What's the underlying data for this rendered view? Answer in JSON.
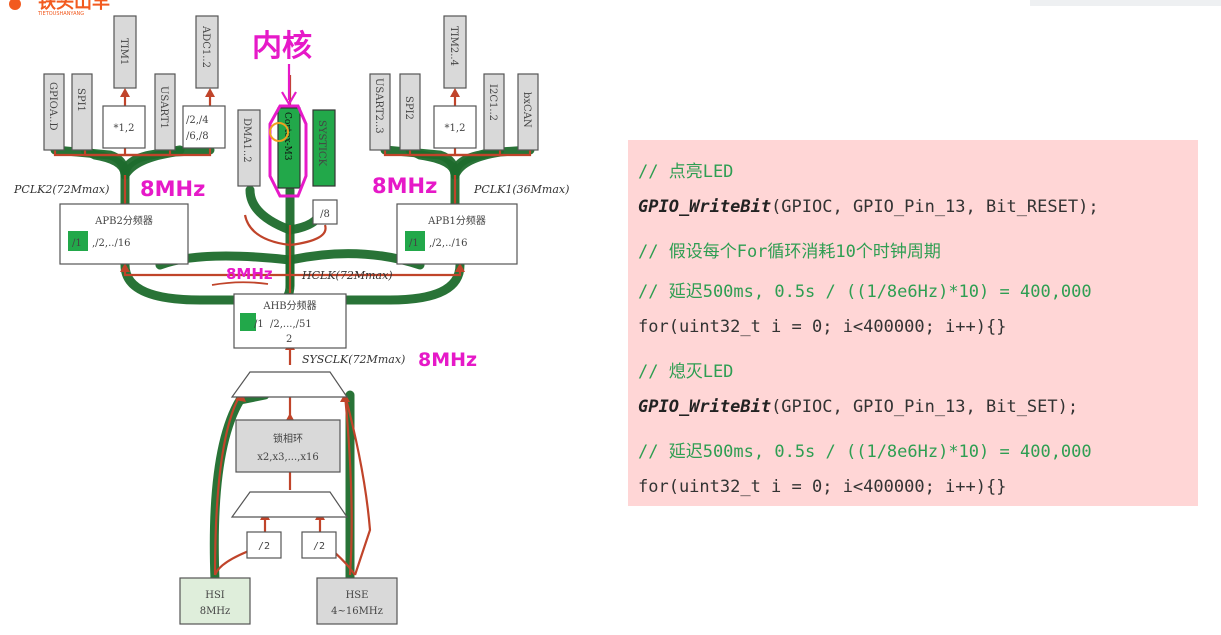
{
  "logo": {
    "text": "铁头山羊",
    "subtext": "TIETOUSHANYANG",
    "color": "#f25a1f"
  },
  "diagram": {
    "sources": {
      "hsi": [
        "HSI",
        "8MHz"
      ],
      "hse": [
        "HSE",
        "4~16MHz"
      ]
    },
    "div2_left": "/2",
    "div2_right": "/2",
    "pll": [
      "锁相环",
      "x2,x3,...,x16"
    ],
    "sysclk": "SYSCLK(72Mmax)",
    "ahb": {
      "title": "AHB分频器",
      "divs": [
        "/1",
        "/2,...,/51",
        "2"
      ]
    },
    "hclk": "HCLK(72Mmax)",
    "apb2": {
      "title": "APB2分频器",
      "divs": [
        "/1",
        ",/2,../16"
      ]
    },
    "apb1": {
      "title": "APB1分频器",
      "divs": [
        "/1",
        ",/2,../16"
      ]
    },
    "pclk2": "PCLK2(72Mmax)",
    "pclk1": "PCLK1(36Mmax)",
    "peripherals_apb2": [
      "GPIOA..D",
      "SPI1",
      "USART1",
      "TIM1",
      "ADC1..2"
    ],
    "mult_apb2": "*1,2",
    "adc_div": [
      "/2,/4",
      "/6,/8"
    ],
    "core_block": [
      "DMA1..2",
      "Cortex-M3",
      "SYSTICK"
    ],
    "systick_div": "/8",
    "peripherals_apb1": [
      "USART2..3",
      "SPI2",
      "I2C1..2",
      "bxCAN",
      "TIM2..4"
    ],
    "mult_apb1": "*1,2"
  },
  "annotations": {
    "kernel": "内核",
    "apb2_freq": "8MHz",
    "apb1_freq": "8MHz",
    "hclk_freq": "8MHz",
    "sysclk_freq": "8MHz"
  },
  "code": {
    "lines": [
      {
        "kind": "comment",
        "text": "// 点亮LED"
      },
      {
        "kind": "call",
        "fn": "GPIO_WriteBit",
        "args": "(GPIOC, GPIO_Pin_13, Bit_RESET);"
      },
      {
        "kind": "comment",
        "text": "// 假设每个For循环消耗10个时钟周期"
      },
      {
        "kind": "comment",
        "text": "// 延迟500ms, 0.5s / ((1/8e6Hz)*10) = 400,000"
      },
      {
        "kind": "plain",
        "text": "for(uint32_t i = 0; i<400000; i++){}"
      },
      {
        "kind": "comment",
        "text": "// 熄灭LED"
      },
      {
        "kind": "call",
        "fn": "GPIO_WriteBit",
        "args": "(GPIOC, GPIO_Pin_13, Bit_SET);"
      },
      {
        "kind": "comment",
        "text": "// 延迟500ms, 0.5s / ((1/8e6Hz)*10) = 400,000"
      },
      {
        "kind": "plain",
        "text": "for(uint32_t i = 0; i<400000; i++){}"
      }
    ]
  },
  "colors": {
    "panel_bg": "#ffd6d6",
    "comment": "#2e9e52",
    "annotation": "#e619c8",
    "arrow": "#c0442a",
    "highlight": "#1e6b2c",
    "divider_fill": "#22a84a"
  }
}
